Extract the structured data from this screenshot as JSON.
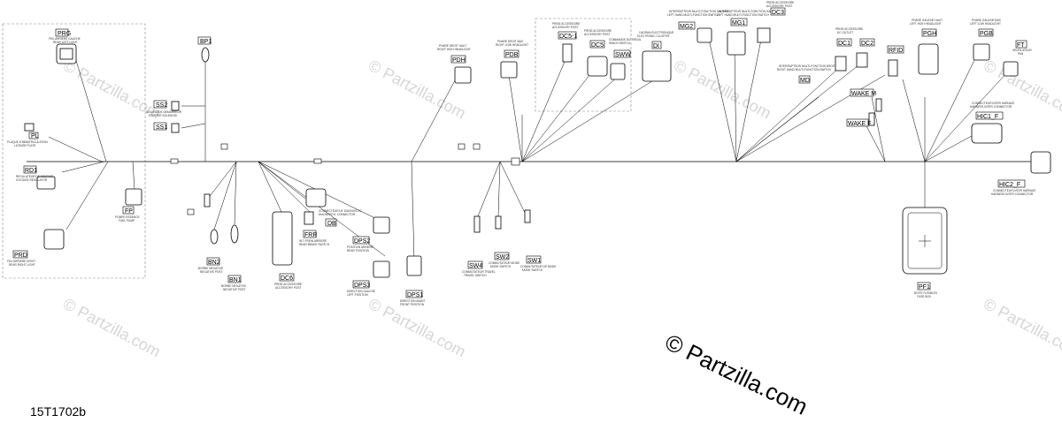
{
  "diagram_code": "15T1702b",
  "copyright": "© Partzilla.com",
  "watermark": "© Partzilla.com",
  "colors": {
    "line": "#000000",
    "watermark": "#d6d6d6",
    "frame": "#888888"
  },
  "components": [
    {
      "id": "PRG",
      "name": "FEU ARRIERE GAUCHE",
      "name2": "REAR LEFT LIGHT"
    },
    {
      "id": "BP1",
      "name": "",
      "name2": ""
    },
    {
      "id": "SS2",
      "name": "SOLENOIDE DEMARREUR",
      "name2": "STARTER SOLENOID"
    },
    {
      "id": "SS1",
      "name": "",
      "name2": ""
    },
    {
      "id": "PL",
      "name": "PLAQUE D'IMMATRICULATION",
      "name2": "LICENSE PLATE"
    },
    {
      "id": "RD1",
      "name": "REGULATEUR DE VOLTAGE",
      "name2": "VOLTAGE REGULATOR"
    },
    {
      "id": "FP",
      "name": "POMPE ESSENCE",
      "name2": "FUEL PUMP"
    },
    {
      "id": "PRD",
      "name": "FEU ARRIERE DROIT",
      "name2": "REAR RIGHT LIGHT"
    },
    {
      "id": "BN2",
      "name": "BORNE NEGATIVE",
      "name2": "NEGATIVE POST"
    },
    {
      "id": "BN1",
      "name": "BORNE NEGATIVE",
      "name2": "NEGATIVE POST"
    },
    {
      "id": "DC6",
      "name": "PRISE ACCESSOIRE",
      "name2": "ACCESSORY POST"
    },
    {
      "id": "FRR",
      "name": "INT. FREIN ARRIERE",
      "name2": "REAR BRAKE SWITCH"
    },
    {
      "id": "DB",
      "name": "CONNECTEUR DE DIAGNOSTIC",
      "name2": "DIAGNOSTIC CONNECTOR"
    },
    {
      "id": "DPS2",
      "name": "POSITION ARRIERE",
      "name2": "REAR POSITION"
    },
    {
      "id": "DPS3",
      "name": "DIRECTION GAUCHE",
      "name2": "LEFT POSITION"
    },
    {
      "id": "DPS1",
      "name": "DIRECTION AVANT",
      "name2": "FRONT POSITION"
    },
    {
      "id": "PDH",
      "name": "PHARE DROIT HAUT",
      "name2": "RIGHT HIGH HEADLIGHT"
    },
    {
      "id": "PDB",
      "name": "PHARE DROIT BAS",
      "name2": "RIGHT LOW HEADLIGHT"
    },
    {
      "id": "DC5-1",
      "name": "PRISE ACCESSOIRE",
      "name2": "ACCESSORY POST"
    },
    {
      "id": "DC5",
      "name": "PRISE ACCESSOIRE",
      "name2": "ACCESSORY POST"
    },
    {
      "id": "SWW",
      "name": "COMMANDE DU TREUIL",
      "name2": "WINCH SWITCH"
    },
    {
      "id": "DI",
      "name": "CADRAN ELECTRONIQUE",
      "name2": "ELECTRONIC CLUSTER"
    },
    {
      "id": "SW4",
      "name": "COMMUTATEUR TRAVEL",
      "name2": "TRAVEL SWITCH"
    },
    {
      "id": "SW2",
      "name": "COMMUTATEUR MODE",
      "name2": "MODE SWITCH"
    },
    {
      "id": "SW1",
      "name": "COMMUTATEUR DE MODE",
      "name2": "MODE SWITCH"
    },
    {
      "id": "MG2",
      "name": "INTERRUPTEUR MULTI-FONCTION GAUCHE",
      "name2": "LEFT HAND MULTI-FUNCTION SWITCH"
    },
    {
      "id": "MG1",
      "name": "INTERRUPTEUR MULTI-FONCTION GAUCHE",
      "name2": "LEFT HAND MULTI-FUNCTION SWITCH"
    },
    {
      "id": "DC3",
      "name": "PRISE ACCESSOIRE",
      "name2": "ACCESSORY POST"
    },
    {
      "id": "MD",
      "name": "INTERRUPTEUR MULTI-FONCTION DROIT",
      "name2": "RIGHT HAND MULTI-FUNCTION SWITCH"
    },
    {
      "id": "DC1",
      "name": "PRISE ACCESSOIRE",
      "name2": "DC OUTLET"
    },
    {
      "id": "DC2",
      "name": "",
      "name2": ""
    },
    {
      "id": "RFID",
      "name": "",
      "name2": ""
    },
    {
      "id": "PGH",
      "name": "PHARE GAUCHE HAUT",
      "name2": "LEFT HIGH HEADLIGHT"
    },
    {
      "id": "PGB",
      "name": "PHARE GAUCHE BAS",
      "name2": "LEFT LOW HEADLIGHT"
    },
    {
      "id": "FT",
      "name": "VENTILATEUR",
      "name2": "FAN"
    },
    {
      "id": "WAKE M",
      "name": "",
      "name2": ""
    },
    {
      "id": "WAKE F",
      "name": "",
      "name2": ""
    },
    {
      "id": "HIC1_F",
      "name": "CONNECTEUR INTER HARNAIS",
      "name2": "HARNESS INTER CONNECTOR"
    },
    {
      "id": "HIC2_F",
      "name": "CONNECTEUR INTER HARNAIS",
      "name2": "HARNESS INTER CONNECTOR"
    },
    {
      "id": "PF1",
      "name": "BOITE FUSIBLES",
      "name2": "FUSE BOX"
    }
  ]
}
